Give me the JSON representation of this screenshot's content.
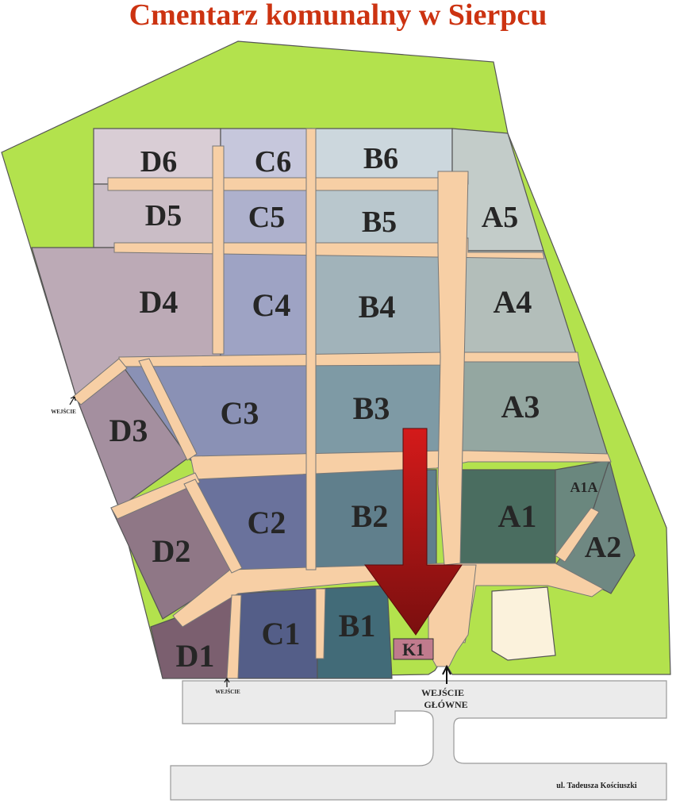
{
  "title": "Cmentarz komunalny w Sierpcu",
  "colors": {
    "title": "#cc3311",
    "grass": "#b3e24d",
    "path": "#f7cfa5",
    "road": "#ebebeb",
    "arrow": "#b01818",
    "kaplica": "#c07b8d"
  },
  "sections": {
    "D6": "D6",
    "C6": "C6",
    "B6": "B6",
    "D5": "D5",
    "C5": "C5",
    "B5": "B5",
    "A5": "A5",
    "D4": "D4",
    "C4": "C4",
    "B4": "B4",
    "A4": "A4",
    "D3": "D3",
    "C3": "C3",
    "B3": "B3",
    "A3": "A3",
    "D2": "D2",
    "C2": "C2",
    "B2": "B2",
    "A1": "A1",
    "A1A": "A1A",
    "A2": "A2",
    "D1": "D1",
    "C1": "C1",
    "B1": "B1",
    "K1": "K1"
  },
  "entrances": {
    "west": "WEJŚCIE",
    "south": "WEJŚCIE",
    "main_line1": "WEJŚCIE",
    "main_line2": "GŁÓWNE"
  },
  "street": "ul. Tadeusza Kościuszki"
}
